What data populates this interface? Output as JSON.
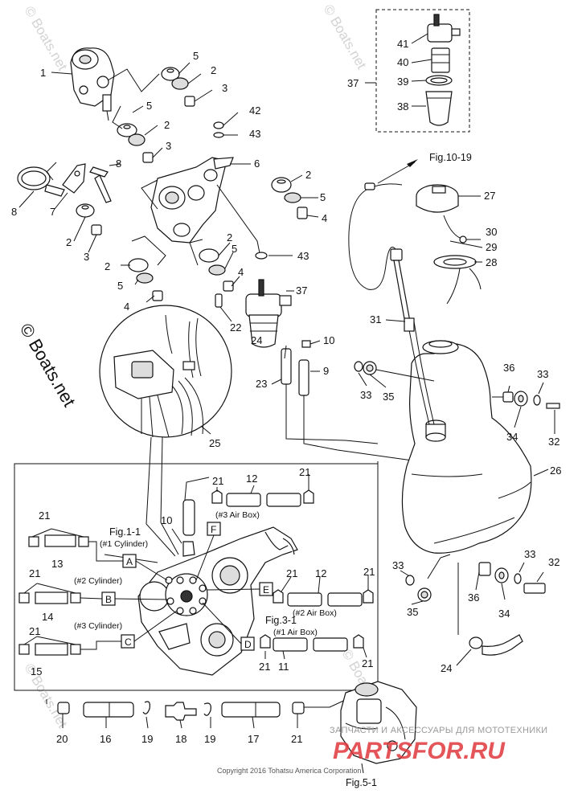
{
  "watermarks": {
    "side": "© Boats.net",
    "faint": "© Boats.net"
  },
  "copyright": "Copyright 2016 Tohatsu America Corporation",
  "brand": {
    "tagline": "ЗАПЧАСТИ И АКСЕССУАРЫ ДЛЯ МОТОТЕХНИКИ",
    "logo": "PARTSFOR.RU"
  },
  "figure_refs": {
    "fig_10_19": "Fig.10-19",
    "fig_1_1": "Fig.1-1",
    "fig_3_1": "Fig.3-1",
    "fig_5_1": "Fig.5-1"
  },
  "connectors": [
    "A",
    "B",
    "C",
    "D",
    "E",
    "F"
  ],
  "box_labels": {
    "cyl1": "(#1 Cylinder)",
    "cyl2": "(#2 Cylinder)",
    "cyl3": "(#3 Cylinder)",
    "air3": "(#3 Air Box)",
    "air2": "(#2 Air Box)",
    "air1": "(#1 Air Box)"
  },
  "callouts": [
    "1",
    "5",
    "2",
    "3",
    "5",
    "2",
    "3",
    "42",
    "43",
    "6",
    "8",
    "8",
    "7",
    "2",
    "5",
    "4",
    "2",
    "3",
    "2",
    "5",
    "4",
    "2",
    "5",
    "4",
    "43",
    "22",
    "37",
    "41",
    "40",
    "39",
    "38",
    "37",
    "27",
    "30",
    "29",
    "28",
    "31",
    "10",
    "9",
    "24",
    "23",
    "25",
    "33",
    "35",
    "36",
    "33",
    "34",
    "32",
    "26",
    "21",
    "12",
    "21",
    "10",
    "21",
    "13",
    "21",
    "14",
    "21",
    "15",
    "21",
    "12",
    "21",
    "21",
    "11",
    "21",
    "33",
    "35",
    "36",
    "33",
    "34",
    "32",
    "24",
    "20",
    "16",
    "19",
    "18",
    "19",
    "17",
    "21"
  ]
}
